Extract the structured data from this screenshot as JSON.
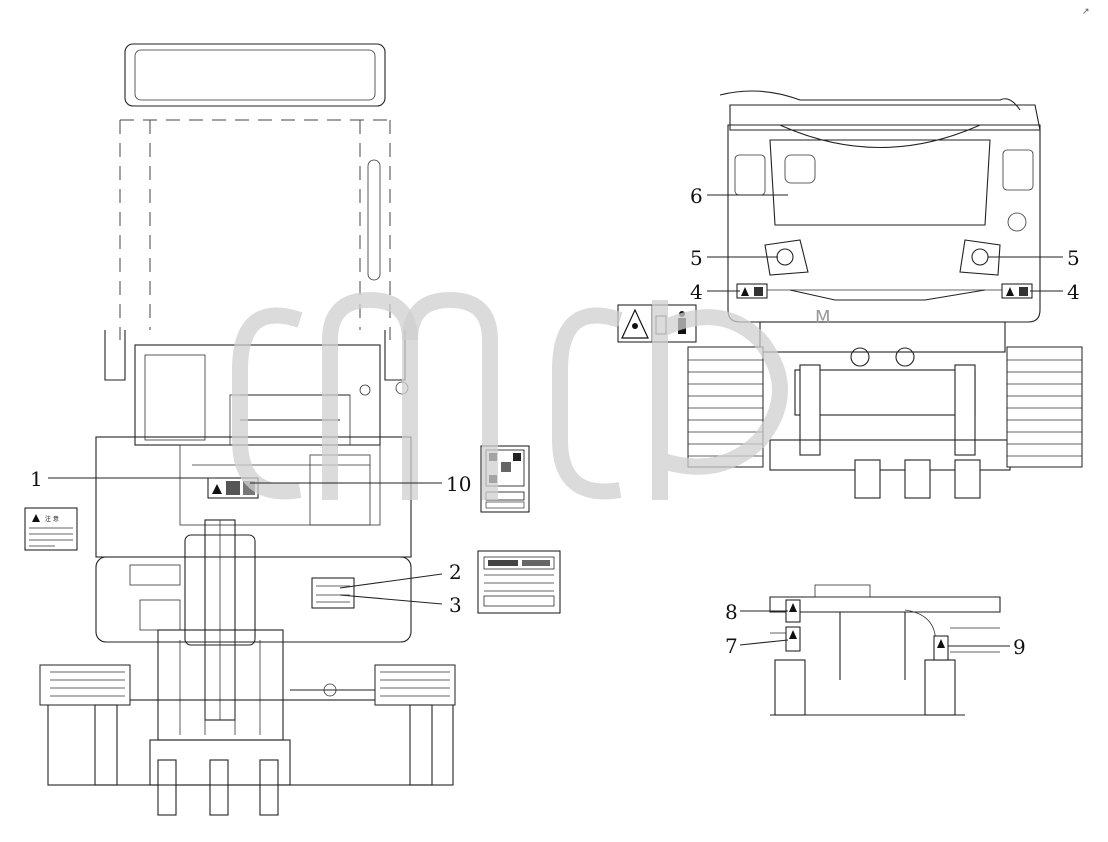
{
  "watermark": {
    "text": "M",
    "brand_icon": "cmc-logo-watermark"
  },
  "corner_mark": "↗",
  "callouts": [
    {
      "id": "1",
      "text": "1"
    },
    {
      "id": "10",
      "text": "10"
    },
    {
      "id": "2",
      "text": "2"
    },
    {
      "id": "3",
      "text": "3"
    },
    {
      "id": "6",
      "text": "6"
    },
    {
      "id": "5l",
      "text": "5"
    },
    {
      "id": "5r",
      "text": "5"
    },
    {
      "id": "4l",
      "text": "4"
    },
    {
      "id": "4r",
      "text": "4"
    },
    {
      "id": "8",
      "text": "8"
    },
    {
      "id": "7",
      "text": "7"
    },
    {
      "id": "9",
      "text": "9"
    }
  ],
  "labels": {
    "warning_title": "注 意",
    "warning_icon": "warning-triangle-icon",
    "crush_icon": "crush-hazard-icon",
    "person_icon": "person-icon"
  }
}
